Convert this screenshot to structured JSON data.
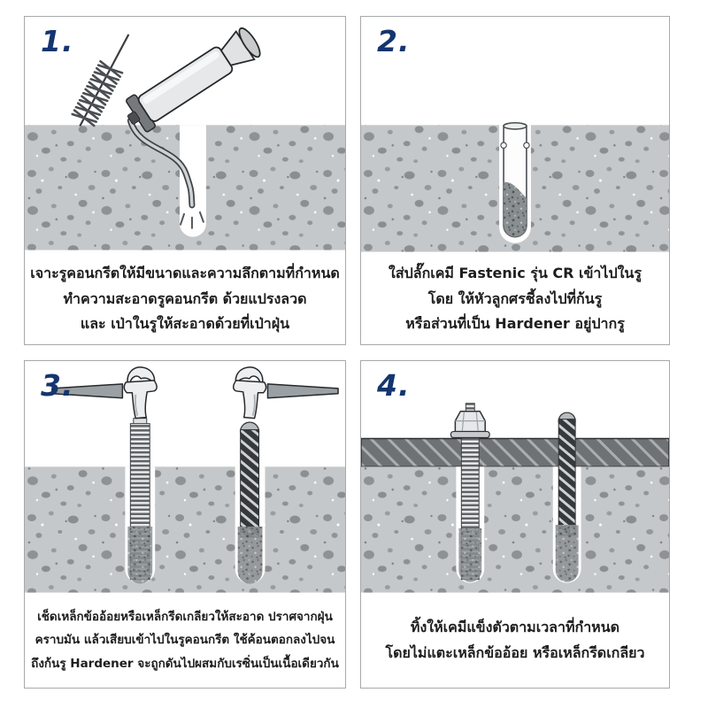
{
  "colors": {
    "accent_step_number": "#14356f",
    "concrete": "#c5c8ca",
    "concrete_speckle": "#8e9295",
    "resin": "#898e91",
    "fixture_plate": "#6e7275",
    "caption_text": "#1e1e20",
    "panel_border": "#a6a9ab"
  },
  "panels": [
    {
      "number": "1.",
      "caption": [
        "เจาะรูคอนกรีตให้มีขนาดและความลึกตามที่กำหนด",
        "ทำความสะอาดรูคอนกรีต ด้วยแปรงลวด",
        "และ เป่าในรูให้สะอาดด้วยที่เป่าฝุ่น"
      ]
    },
    {
      "number": "2.",
      "caption": [
        "ใส่ปลั๊กเคมี Fastenic รุ่น CR เข้าไปในรู",
        "โดย ให้หัวลูกศรชี้ลงไปที่ก้นรู",
        "หรือส่วนที่เป็น Hardener อยู่ปากรู"
      ]
    },
    {
      "number": "3.",
      "caption": [
        "เช็ดเหล็กข้ออ้อยหรือเหล็กรีดเกลียวให้สะอาด ปราศจากฝุ่น",
        "คราบมัน แล้วเสียบเข้าไปในรูคอนกรีต ใช้ค้อนตอกลงไปจน",
        "ถึงก้นรู Hardener จะถูกดันไปผสมกับเรซิ่นเป็นเนื้อเดียวกัน"
      ]
    },
    {
      "number": "4.",
      "caption": [
        "ทิ้งให้เคมีแข็งตัวตามเวลาที่กำหนด",
        "โดยไม่แตะเหล็กข้ออ้อย หรือเหล็กรีดเกลียว"
      ]
    }
  ]
}
